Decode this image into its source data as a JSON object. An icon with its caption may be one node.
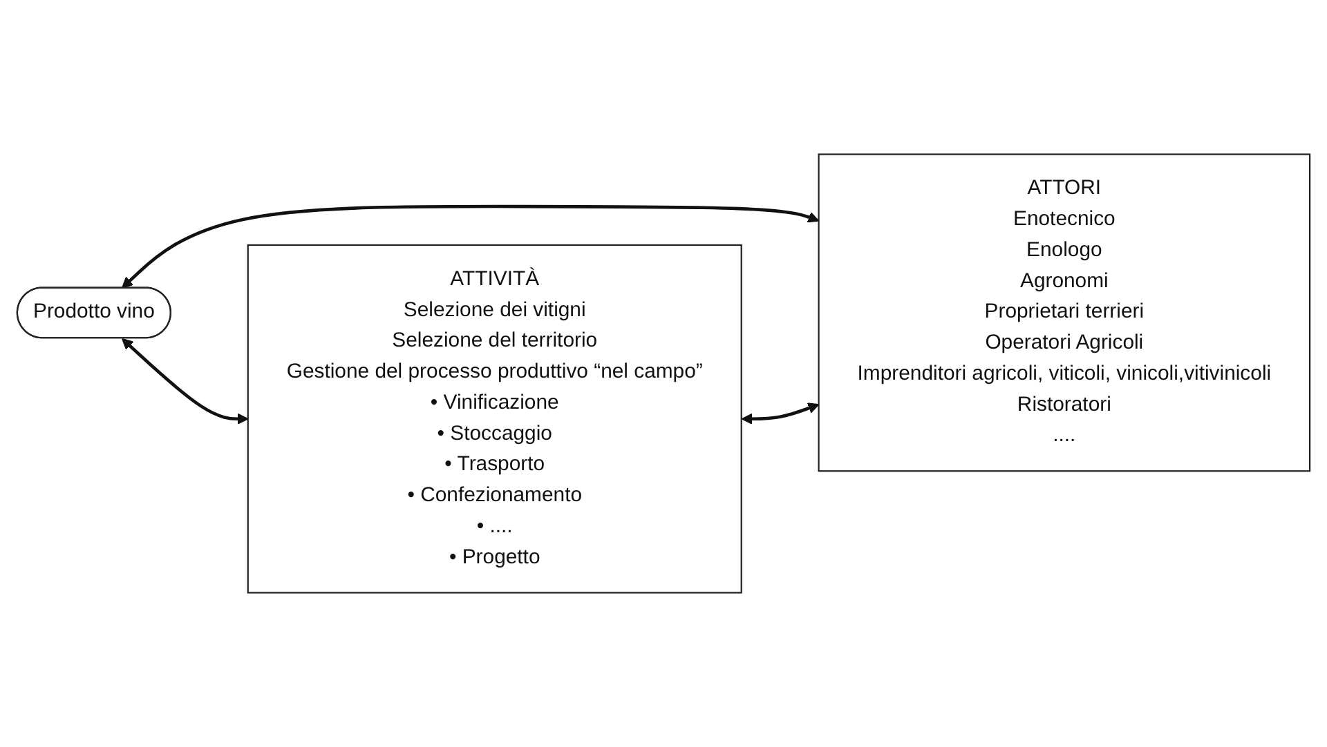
{
  "diagram": {
    "nodes": [
      {
        "text": [
          "Prodotto vino"
        ]
      },
      {
        "text": [
          "ATTIVITÀ",
          "Selezione dei vitigni",
          "Selezione del territorio",
          "Gestione del processo produttivo “nel campo”",
          "• Vinificazione",
          "• Stoccaggio",
          "• Trasporto",
          "• Confezionamento",
          "• ....",
          "• Progetto"
        ]
      },
      {
        "text": [
          "ATTORI",
          "Enotecnico",
          "Enologo",
          "Agronomi",
          "Proprietari terrieri",
          "Operatori Agricoli",
          "Imprenditori agricoli, viticoli, vinicoli,vitivinicoli",
          "Ristoratori",
          "...."
        ]
      }
    ],
    "edges": [
      {
        "from": 0,
        "to": 1,
        "arrow": "both"
      },
      {
        "from": 0,
        "to": 2,
        "arrow": "both"
      },
      {
        "from": 1,
        "to": 2,
        "arrow": "both"
      }
    ]
  }
}
